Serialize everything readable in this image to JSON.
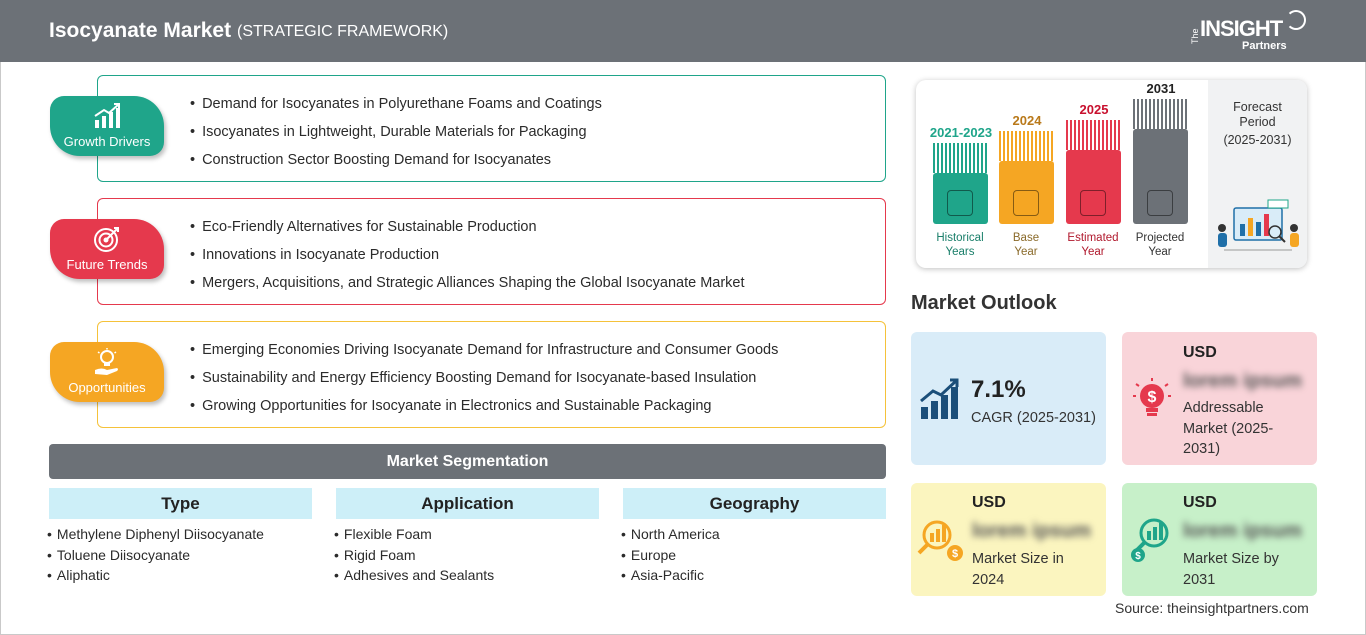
{
  "header": {
    "title": "Isocyanate Market",
    "subtitle": "(STRATEGIC FRAMEWORK)",
    "logo": {
      "the": "The",
      "insight": "INSIGHT",
      "partners": "Partners"
    }
  },
  "framework": [
    {
      "label": "Growth Drivers",
      "color": "#1fa58a",
      "icon": "bar-growth-icon",
      "items": [
        "Demand for Isocyanates in Polyurethane Foams and Coatings",
        "Isocyanates in Lightweight, Durable Materials for Packaging",
        "Construction Sector Boosting Demand for Isocyanates"
      ]
    },
    {
      "label": "Future Trends",
      "color": "#e5394d",
      "icon": "target-icon",
      "items": [
        "Eco-Friendly Alternatives for Sustainable Production",
        "Innovations in Isocyanate Production",
        "Mergers, Acquisitions, and Strategic Alliances Shaping the Global Isocyanate Market"
      ]
    },
    {
      "label": "Opportunities",
      "color": "#f5a623",
      "icon": "lightbulb-hand-icon",
      "items": [
        "Emerging Economies Driving Isocyanate Demand for Infrastructure and Consumer Goods",
        "Sustainability and Energy Efficiency Boosting Demand for Isocyanate-based Insulation",
        "Growing Opportunities for Isocyanate in Electronics and Sustainable Packaging"
      ]
    }
  ],
  "segmentation": {
    "title": "Market Segmentation",
    "columns": [
      {
        "heading": "Type",
        "items": [
          "Methylene Diphenyl Diisocyanate",
          "Toluene Diisocyanate",
          "Aliphatic"
        ]
      },
      {
        "heading": "Application",
        "items": [
          "Flexible Foam",
          "Rigid Foam",
          "Adhesives and Sealants"
        ]
      },
      {
        "heading": "Geography",
        "items": [
          "North America",
          "Europe",
          "Asia-Pacific"
        ]
      }
    ]
  },
  "timeline": {
    "periods": [
      {
        "year": "2021-2023",
        "label_line1": "Historical",
        "label_line2": "Years",
        "color": "#1fa58a",
        "icon": "history-icon"
      },
      {
        "year": "2024",
        "label_line1": "Base",
        "label_line2": "Year",
        "color": "#f5a623",
        "icon": "calendar-icon"
      },
      {
        "year": "2025",
        "label_line1": "Estimated",
        "label_line2": "Year",
        "color": "#e5394d",
        "icon": "gear-chart-icon"
      },
      {
        "year": "2031",
        "label_line1": "Projected",
        "label_line2": "Year",
        "color": "#6c7177",
        "icon": "presentation-icon"
      }
    ],
    "forecast": {
      "line1": "Forecast",
      "line2": "Period",
      "line3": "(2025-2031)"
    }
  },
  "outlook": {
    "title": "Market Outlook",
    "cagr": {
      "value": "7.1%",
      "label": "CAGR (2025-2031)",
      "color": "#d9ecf8"
    },
    "addressable": {
      "currency": "USD",
      "value": "lorem ipsum",
      "label": "Addressable Market (2025-2031)",
      "color": "#f9d4d9"
    },
    "size_2024": {
      "currency": "USD",
      "value": "lorem ipsum",
      "label": "Market Size in 2024",
      "color": "#fbf5bf"
    },
    "size_2031": {
      "currency": "USD",
      "value": "lorem ipsum",
      "label": "Market Size by 2031",
      "color": "#c7f0c9"
    }
  },
  "source": "Source: theinsightpartners.com"
}
